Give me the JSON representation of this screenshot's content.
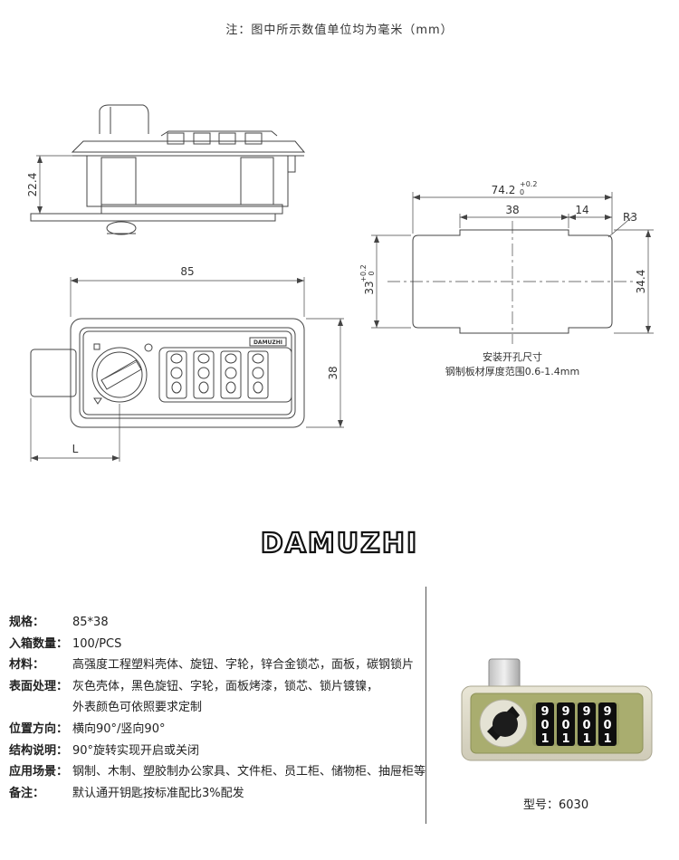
{
  "note": "注：图中所示数值单位均为毫米（mm）",
  "dimensions": {
    "side_height": "22.4",
    "front_width": "85",
    "front_height": "38",
    "bolt_length": "L",
    "cutout_width": "74.2",
    "cutout_width_tol_upper": "+0.2",
    "cutout_width_tol_lower": "0",
    "inner_width": "38",
    "offset": "14",
    "radius": "R3",
    "cutout_height": "33",
    "cutout_height_tol_upper": "+0.2",
    "cutout_height_tol_lower": "0",
    "outer_height": "34.4"
  },
  "cutout_caption": [
    "安装开孔尺寸",
    "钢制板材厚度范围0.6-1.4mm"
  ],
  "plate_logo": "DAMUZHI",
  "brand": "DAMUZHI",
  "specs": [
    {
      "label": "规格：",
      "value": "85*38"
    },
    {
      "label": "入箱数量：",
      "value": "100/PCS"
    },
    {
      "label": "材料：",
      "value": "高强度工程塑料壳体、旋钮、字轮，锌合金锁芯，面板，碳钢锁片"
    },
    {
      "label": "表面处理：",
      "value": "灰色壳体，黑色旋钮、字轮，面板烤漆，锁芯、锁片镀镍，"
    },
    {
      "label": "",
      "value": "外表颜色可依照要求定制"
    },
    {
      "label": "位置方向：",
      "value": "横向90°/竖向90°"
    },
    {
      "label": "结构说明：",
      "value": "90°旋转实现开启或关闭"
    },
    {
      "label": "应用场景：",
      "value": "钢制、木制、塑胶制办公家具、文件柜、员工柜、储物柜、抽屉柜等"
    },
    {
      "label": "备注：",
      "value": "默认通开钥匙按标准配比3%配发"
    }
  ],
  "wheel_digits": [
    "9",
    "0",
    "1"
  ],
  "model": "型号：6030"
}
